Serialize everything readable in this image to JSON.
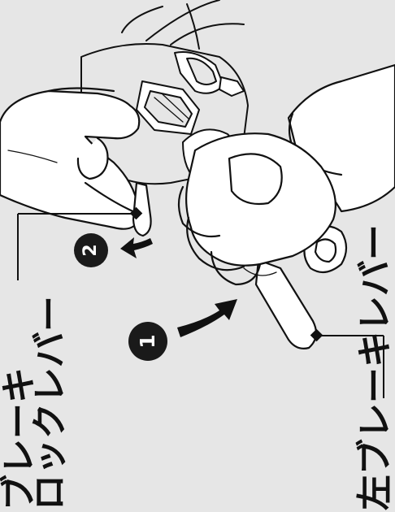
{
  "labels": {
    "brake_lock_lever_line1": "ブレーキ",
    "brake_lock_lever_line2": "ロックレバー",
    "left_brake_lever": "左ブレーキレバー"
  },
  "steps": {
    "step1": "1",
    "step2": "2"
  },
  "colors": {
    "background": "#e6e6e6",
    "line": "#111111",
    "fill": "#ffffff",
    "badge": "#1a1a1a"
  }
}
